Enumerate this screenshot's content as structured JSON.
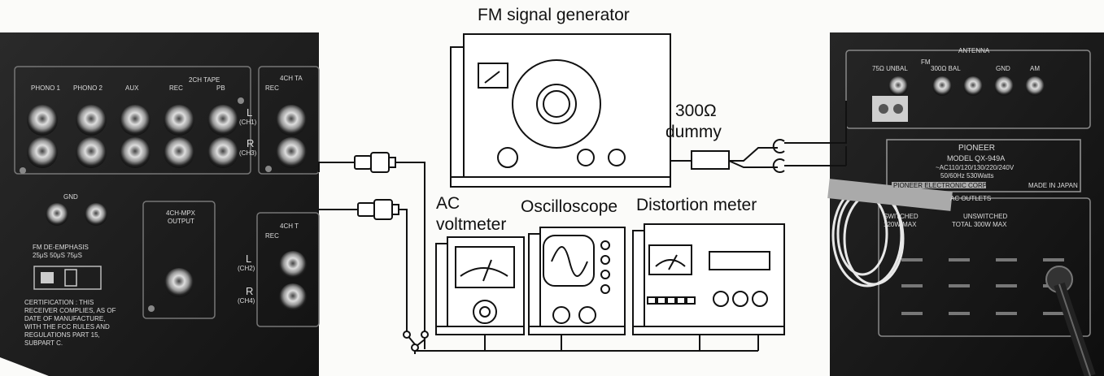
{
  "labels": {
    "fm_generator": "FM signal generator",
    "dummy_300": "300Ω",
    "dummy": "dummy",
    "ac_voltmeter_1": "AC",
    "ac_voltmeter_2": "voltmeter",
    "oscilloscope": "Oscilloscope",
    "distortion_meter": "Distortion meter"
  },
  "left_panel": {
    "phono1": "PHONO 1",
    "phono2": "PHONO 2",
    "aux": "AUX",
    "tape_2ch": "2CH TAPE",
    "rec": "REC",
    "pb": "PB",
    "tape_4ch": "4CH TA",
    "rec2": "REC",
    "l": "L",
    "ch1": "(CH1)",
    "r": "R",
    "ch3": "(CH3)",
    "gnd": "GND",
    "mpx1": "4CH-MPX",
    "mpx2": "OUTPUT",
    "tape_4ch_b": "4CH T",
    "rec3": "REC",
    "l2": "L",
    "ch2": "(CH2)",
    "r2": "R",
    "ch4": "(CH4)",
    "deemph1": "FM DE-EMPHASIS",
    "deemph2": "25μS 50μS 75μS",
    "cert1": "CERTIFICATION : THIS",
    "cert2": "RECEIVER COMPLIES, AS OF",
    "cert3": "DATE OF MANUFACTURE,",
    "cert4": "WITH THE FCC RULES AND",
    "cert5": "REGULATIONS PART 15,",
    "cert6": "SUBPART C."
  },
  "right_panel": {
    "antenna": "ANTENNA",
    "fm": "FM",
    "unbal": "75Ω UNBAL",
    "bal": "300Ω BAL",
    "gnd": "GND",
    "am": "AM",
    "brand": "PIONEER",
    "model": "MODEL QX-949A",
    "voltage": "~AC110/120/130/220/240V",
    "freq": "50/60Hz  530Watts",
    "corp": "PIONEER ELECTRONIC CORP.",
    "made": "MADE IN JAPAN",
    "outlets": "AC OUTLETS",
    "switched": "SWITCHED",
    "unswitched": "UNSWITCHED",
    "total": "TOTAL 300W MAX",
    "switched_max": "120W MAX"
  }
}
